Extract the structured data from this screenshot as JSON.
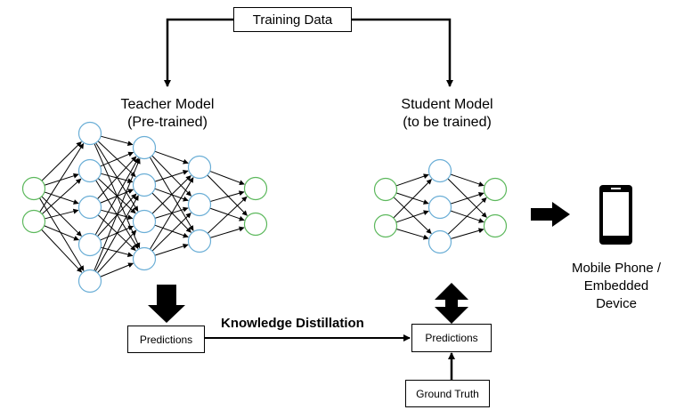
{
  "training_data": "Training Data",
  "teacher": {
    "line1": "Teacher Model",
    "line2": "(Pre-trained)"
  },
  "student": {
    "line1": "Student Model",
    "line2": "(to be trained)"
  },
  "device": {
    "line1": "Mobile Phone /",
    "line2": "Embedded",
    "line3": "Device"
  },
  "teacher_predictions": "Predictions",
  "student_predictions": "Predictions",
  "ground_truth": "Ground Truth",
  "knowledge_distillation": "Knowledge Distillation",
  "colors": {
    "input_output_node": "#5cb85c",
    "hidden_node": "#6aaed6",
    "edge": "#000000"
  },
  "networks": {
    "teacher_layers": [
      2,
      5,
      4,
      3,
      2
    ],
    "student_layers": [
      2,
      3,
      2
    ]
  }
}
